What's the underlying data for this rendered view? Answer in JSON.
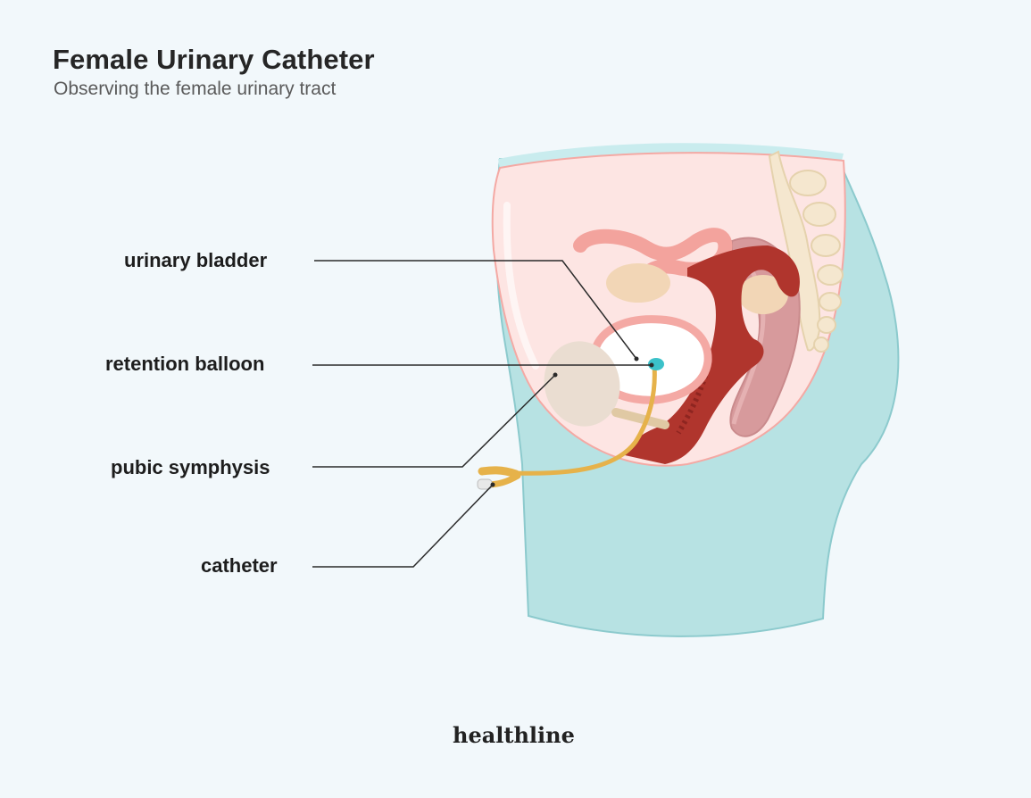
{
  "header": {
    "title": "Female Urinary Catheter",
    "subtitle": "Observing the female urinary tract"
  },
  "labels": {
    "urinary_bladder": "urinary bladder",
    "retention_balloon": "retention balloon",
    "pubic_symphysis": "pubic symphysis",
    "catheter": "catheter"
  },
  "brand": {
    "logo": "healthline"
  },
  "colors": {
    "background": "#f2f8fb",
    "body_teal": "#b7e2e3",
    "pelvis_pink": "#fde5e3",
    "uterus_red": "#b0352d",
    "catheter_gold": "#e6b24a",
    "balloon_teal": "#3bc1c9",
    "bone": "#f2e2c6"
  }
}
